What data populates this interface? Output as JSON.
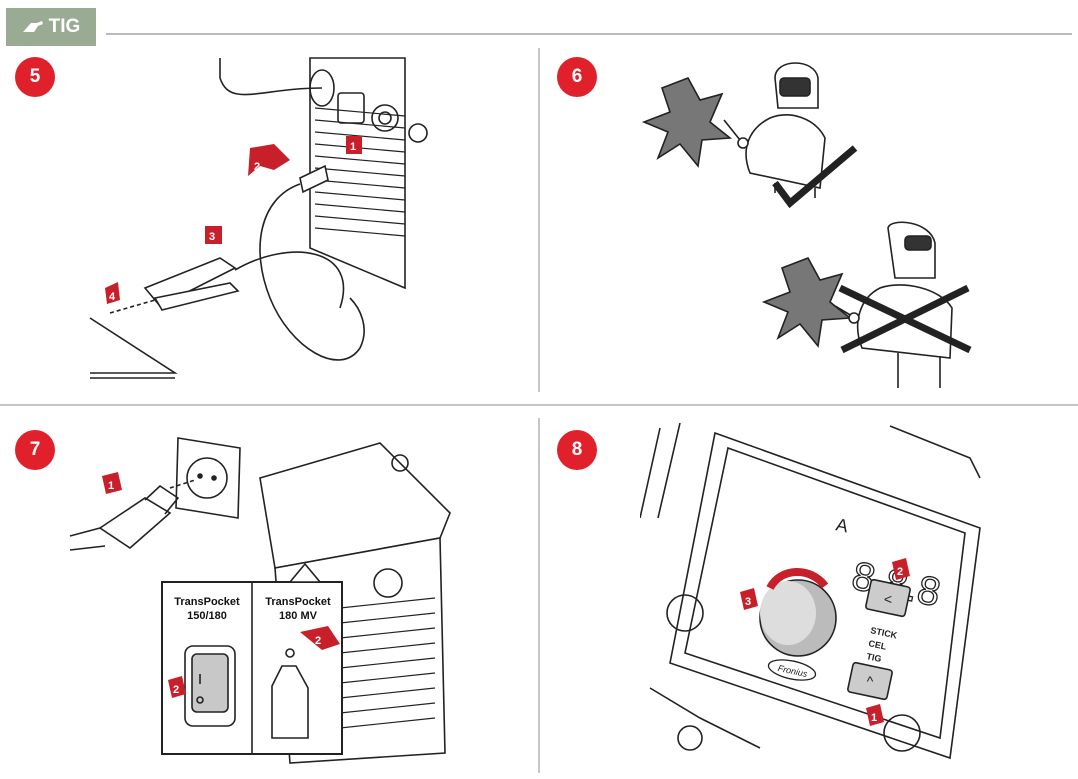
{
  "header": {
    "tab_label": "TIG",
    "tab_color": "#99ab93",
    "tab_icon": "welding-torch-icon"
  },
  "steps": [
    {
      "number": "5",
      "callouts": [
        "1",
        "2",
        "3",
        "4"
      ]
    },
    {
      "number": "6"
    },
    {
      "number": "7",
      "callouts": [
        "1",
        "2",
        "2"
      ],
      "model_a": {
        "line1": "TransPocket",
        "line2": "150/180"
      },
      "model_b": {
        "line1": "TransPocket",
        "line2": "180 MV"
      }
    },
    {
      "number": "8",
      "callouts": [
        "2",
        "3",
        "1"
      ],
      "display_digits": "8.8.8",
      "display_unit": "A",
      "brand": "Fronius",
      "modes": [
        "STICK",
        "CEL",
        "TIG"
      ]
    }
  ],
  "colors": {
    "badge": "#e0202b",
    "callout": "#c8202a",
    "line": "#222222"
  }
}
